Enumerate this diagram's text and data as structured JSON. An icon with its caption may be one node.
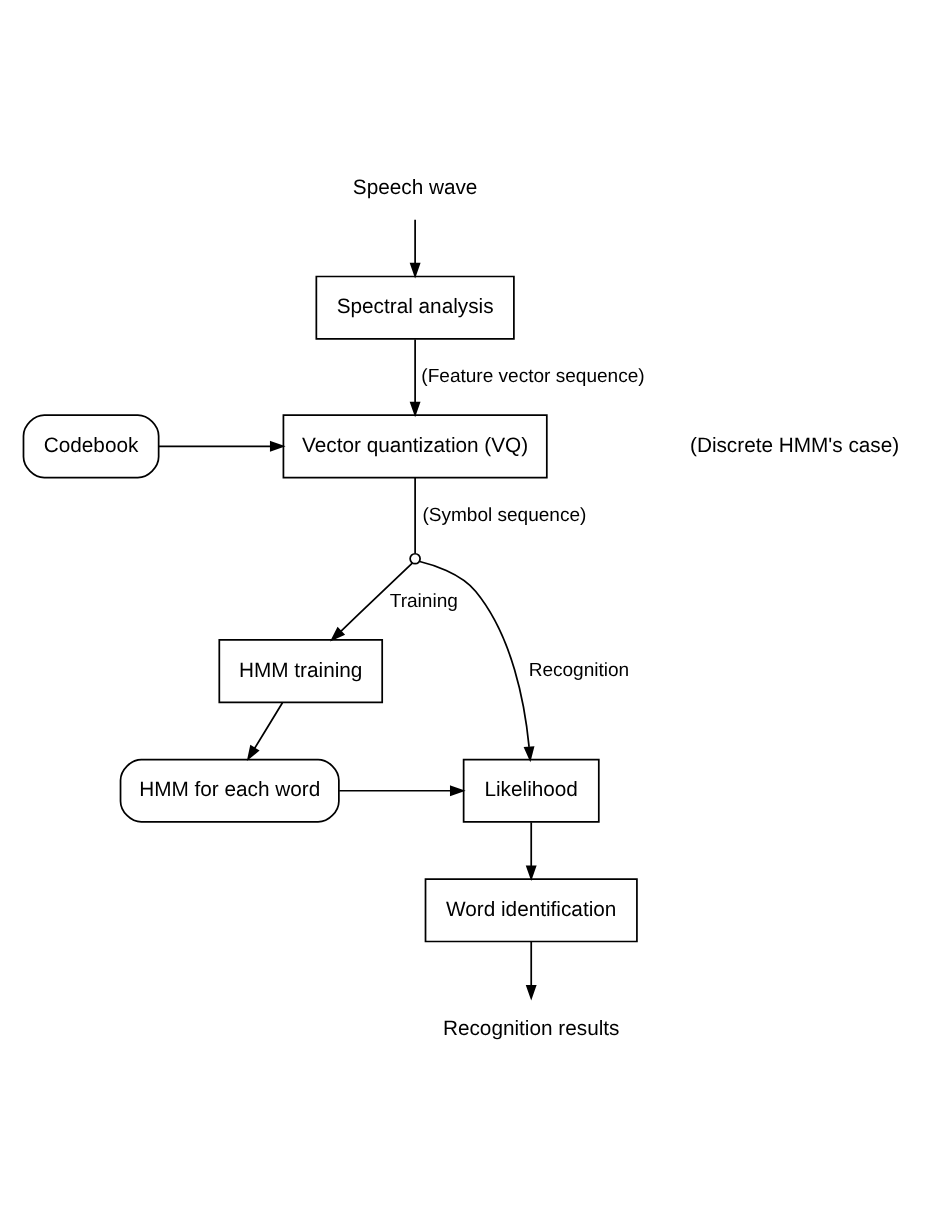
{
  "diagram": {
    "nodes": [
      {
        "text": [
          "Speech wave"
        ]
      },
      {
        "text": [
          "Spectral analysis"
        ]
      },
      {
        "text": [
          "Codebook"
        ]
      },
      {
        "text": [
          "Vector quantization (VQ)"
        ]
      },
      {
        "text": [],
        "shape": "switch"
      },
      {
        "text": [
          "HMM training"
        ]
      },
      {
        "text": [
          "HMM for each word"
        ]
      },
      {
        "text": [
          "Likelihood"
        ]
      },
      {
        "text": [
          "Word identification"
        ]
      },
      {
        "text": [
          "Recognition results"
        ]
      }
    ],
    "edges": [
      {
        "from": 0,
        "to": 1,
        "arrow": "to"
      },
      {
        "from": 1,
        "to": 3,
        "arrow": "to",
        "label": "(Feature vector sequence)"
      },
      {
        "from": 2,
        "to": 3,
        "arrow": "to"
      },
      {
        "from": 3,
        "to": 4,
        "arrow": "none",
        "label": "(Symbol sequence)"
      },
      {
        "from": 4,
        "to": 5,
        "arrow": "to",
        "label": "Training"
      },
      {
        "from": 4,
        "to": 7,
        "arrow": "to",
        "label": "Recognition"
      },
      {
        "from": 5,
        "to": 6,
        "arrow": "to"
      },
      {
        "from": 6,
        "to": 7,
        "arrow": "to"
      },
      {
        "from": 7,
        "to": 8,
        "arrow": "to"
      },
      {
        "from": 8,
        "to": 9,
        "arrow": "to"
      }
    ],
    "labels": [
      "(Discrete HMM's case)"
    ]
  }
}
